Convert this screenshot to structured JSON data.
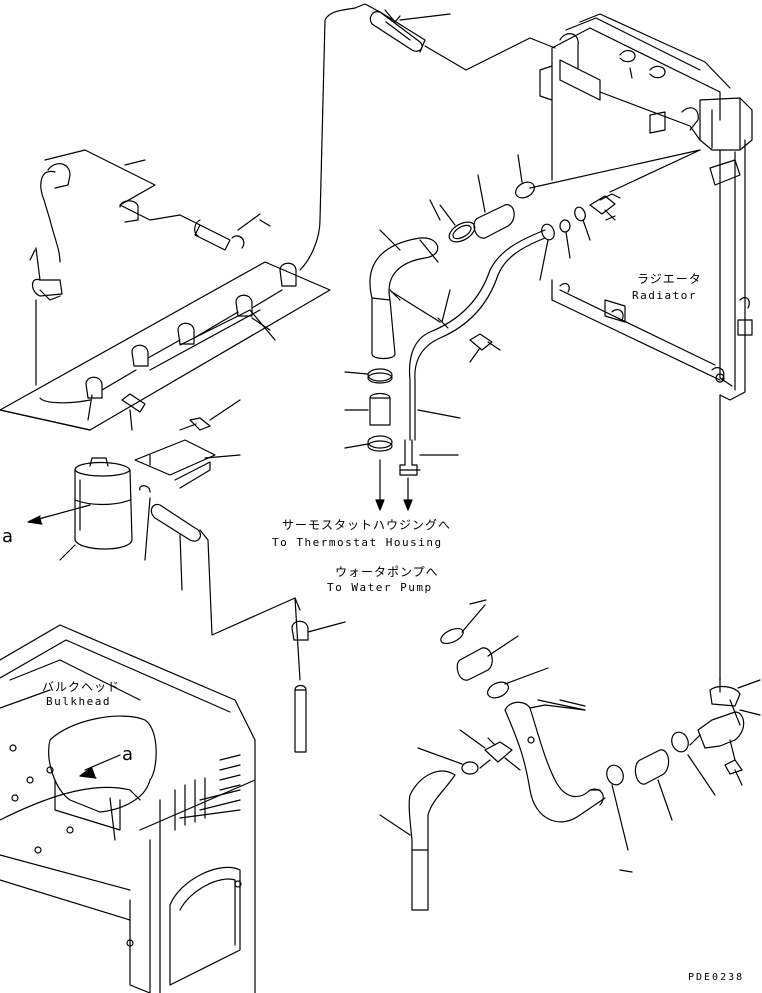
{
  "labels": {
    "radiator_jp": "ラジエータ",
    "radiator_en": "Radiator",
    "thermostat_jp": "サーモスタットハウジングへ",
    "thermostat_en": "To Thermostat Housing",
    "waterpump_jp": "ウォータポンプへ",
    "waterpump_en": "To Water Pump",
    "bulkhead_jp": "バルクヘッド",
    "bulkhead_en": "Bulkhead",
    "ref_a_left": "a",
    "ref_a_bulkhead": "a",
    "drawing_code": "PDE0238"
  }
}
